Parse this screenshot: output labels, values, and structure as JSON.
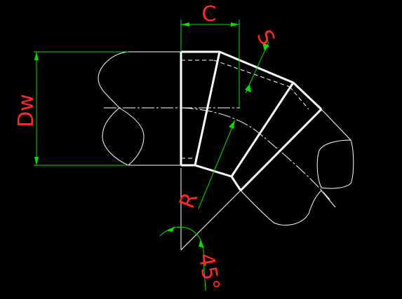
{
  "colors": {
    "background": "#000000",
    "outline": "#ffffff",
    "dimension": "#00e000",
    "label": "#ff2a2a"
  },
  "labels": {
    "width": "C",
    "thickness": "S",
    "diameter": "Dw",
    "radius": "R",
    "angle": "45°"
  }
}
